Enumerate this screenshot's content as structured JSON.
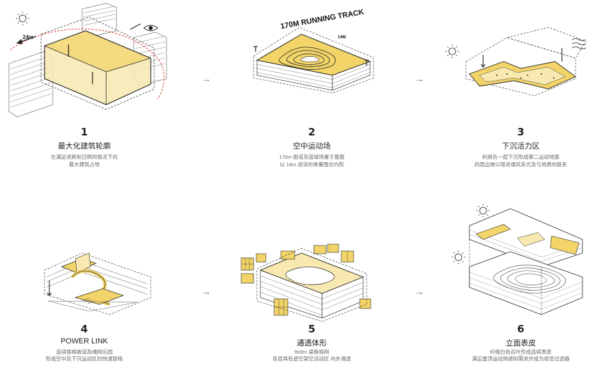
{
  "steps": [
    {
      "num": "1",
      "title": "最大化建筑轮廓",
      "desc1": "在满足退距和日照的情况下的",
      "desc2": "最大建筑占地",
      "labels": {
        "dist": "24m"
      }
    },
    {
      "num": "2",
      "title": "空中运动场",
      "desc1": "170m 跑道及篮球场置于屋面",
      "desc2": "以 14m 进深的体量围合内院",
      "labels": {
        "track": "170M RUNNING TRACK",
        "depth": "14M"
      }
    },
    {
      "num": "3",
      "title": "下沉活力区",
      "desc1": "利用负一层下沉形成第二运动地面",
      "desc2": "四周边坡以增进通风采光及与地表的联系",
      "labels": {}
    },
    {
      "num": "4",
      "title": "POWER LINK",
      "desc1": "连续楼梯坡道及绳网乐园",
      "desc2": "形成空中及下沉运动区的快速联络",
      "labels": {}
    },
    {
      "num": "5",
      "title": "通透体形",
      "desc1": "9x9m 梁板格网",
      "desc2": "各层具有透空架空活动区 内外通透",
      "labels": {}
    },
    {
      "num": "6",
      "title": "立面表皮",
      "desc1": "纤细白色百叶形成连续表皮",
      "desc2": "满足屋顶运动场遮阳需求并成为视觉过滤器",
      "labels": {}
    }
  ],
  "arrows": [
    "→",
    "→",
    "→",
    "→"
  ],
  "colors": {
    "accent": "#f2d468",
    "accent_light": "#f8e9b0",
    "line": "#222222",
    "red": "#d9342b"
  }
}
